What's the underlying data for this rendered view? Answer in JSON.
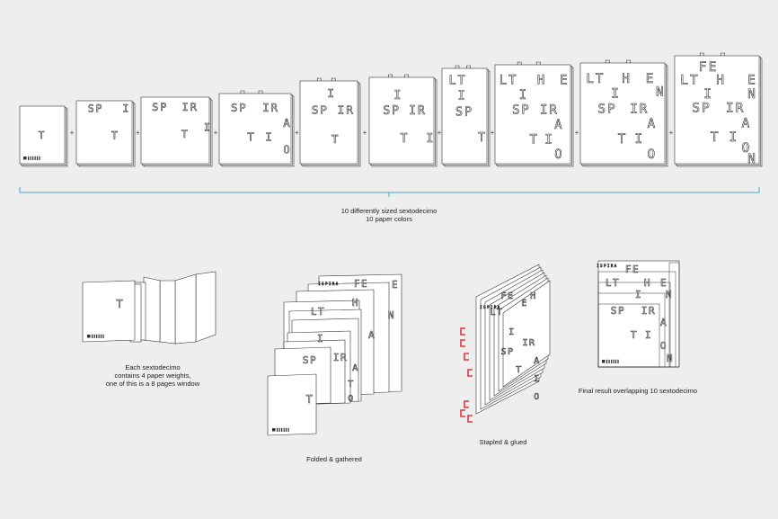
{
  "colors": {
    "background": "#eeeeee",
    "page": "#ffffff",
    "stroke": "#333333",
    "bracket": "#4aa3d3",
    "glue": "#e8333b"
  },
  "row1": {
    "plus_glyph": "+",
    "stages": [
      {
        "letters": [
          {
            "t": "T"
          }
        ]
      },
      {
        "letters": [
          {
            "t": "SP"
          },
          {
            "t": "I"
          },
          {
            "t": "T"
          }
        ]
      },
      {
        "letters": [
          {
            "t": "SP"
          },
          {
            "t": "IR"
          },
          {
            "t": "T"
          },
          {
            "t": "I"
          }
        ]
      },
      {
        "letters": [
          {
            "t": "SP"
          },
          {
            "t": "IR"
          },
          {
            "t": "A"
          },
          {
            "t": "T"
          },
          {
            "t": "I"
          },
          {
            "t": "O"
          }
        ]
      },
      {
        "letters": [
          {
            "t": "I"
          },
          {
            "t": "SP"
          },
          {
            "t": "IR"
          },
          {
            "t": "T"
          }
        ]
      },
      {
        "letters": [
          {
            "t": "I"
          },
          {
            "t": "SP"
          },
          {
            "t": "IR"
          },
          {
            "t": "T"
          },
          {
            "t": "I"
          }
        ]
      },
      {
        "letters": [
          {
            "t": "LT"
          },
          {
            "t": "I"
          },
          {
            "t": "SP"
          },
          {
            "t": "T"
          }
        ]
      },
      {
        "letters": [
          {
            "t": "LT"
          },
          {
            "t": "H"
          },
          {
            "t": "E"
          },
          {
            "t": "I"
          },
          {
            "t": "SP"
          },
          {
            "t": "IR"
          },
          {
            "t": "A"
          },
          {
            "t": "T"
          },
          {
            "t": "I"
          },
          {
            "t": "O"
          }
        ]
      },
      {
        "letters": [
          {
            "t": "LT"
          },
          {
            "t": "H"
          },
          {
            "t": "E"
          },
          {
            "t": "I"
          },
          {
            "t": "N"
          },
          {
            "t": "SP"
          },
          {
            "t": "IR"
          },
          {
            "t": "A"
          },
          {
            "t": "T"
          },
          {
            "t": "I"
          },
          {
            "t": "O"
          }
        ]
      },
      {
        "letters": [
          {
            "t": "FE"
          },
          {
            "t": "LT"
          },
          {
            "t": "H"
          },
          {
            "t": "E"
          },
          {
            "t": "I"
          },
          {
            "t": "N"
          },
          {
            "t": "SP"
          },
          {
            "t": "IR"
          },
          {
            "t": "A"
          },
          {
            "t": "T"
          },
          {
            "t": "I"
          },
          {
            "t": "O"
          },
          {
            "t": "N"
          }
        ]
      }
    ],
    "caption_line1": "10 differently sized sextodecimo",
    "caption_line2": "10 paper colors"
  },
  "row2": {
    "step1": {
      "letter": "T",
      "caption": [
        "Each sextodecimo",
        "contains 4 paper weights,",
        "one of this is a 8 pages window"
      ]
    },
    "step2": {
      "caption": "Folded & gathered"
    },
    "step3": {
      "caption": "Stapled & glued"
    },
    "step4": {
      "caption": "Final result overlapping 10 sextodecimo"
    }
  }
}
